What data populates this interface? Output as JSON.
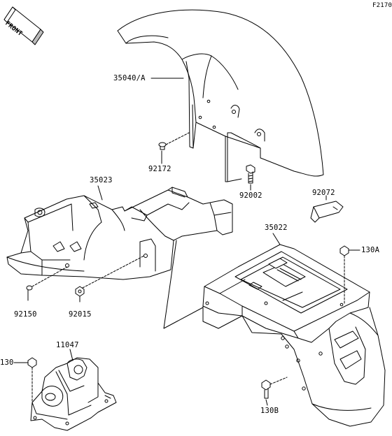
{
  "figure_id": "F2170",
  "front_badge": "FRONT",
  "colors": {
    "ink": "#000000",
    "paper": "#ffffff",
    "shade": "#e6e6e6"
  },
  "parts": {
    "front_fender": "35040/A",
    "clip_a": "92172",
    "bolt_a": "92002",
    "rear_fender_front": "35023",
    "rubber_band": "92072",
    "rear_fender_rear": "35022",
    "bolt_130a": "130A",
    "screw_a": "92150",
    "nut_a": "92015",
    "bracket": "11047",
    "bolt_130": "130",
    "bolt_130b": "130B"
  }
}
